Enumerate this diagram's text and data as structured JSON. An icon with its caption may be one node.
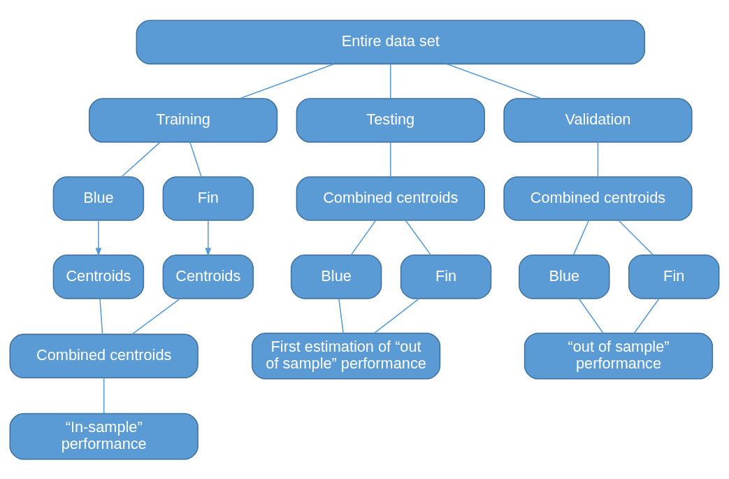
{
  "diagram": {
    "nodes": [
      {
        "text": [
          "Entire data set"
        ]
      },
      {
        "text": [
          "Training"
        ]
      },
      {
        "text": [
          "Testing"
        ]
      },
      {
        "text": [
          "Validation"
        ]
      },
      {
        "text": [
          "Blue"
        ]
      },
      {
        "text": [
          "Fin"
        ]
      },
      {
        "text": [
          "Centroids"
        ]
      },
      {
        "text": [
          "Centroids"
        ]
      },
      {
        "text": [
          "Combined centroids"
        ]
      },
      {
        "text": [
          "“In-sample” performance"
        ]
      },
      {
        "text": [
          "Combined centroids"
        ]
      },
      {
        "text": [
          "Blue"
        ]
      },
      {
        "text": [
          "Fin"
        ]
      },
      {
        "text": [
          "First estimation of “out of sample” performance"
        ]
      },
      {
        "text": [
          "Combined centroids"
        ]
      },
      {
        "text": [
          "Blue"
        ]
      },
      {
        "text": [
          "Fin"
        ]
      },
      {
        "text": [
          "“out of sample” performance"
        ]
      }
    ],
    "edges": [
      {
        "from": 0,
        "to": 1,
        "arrow": "none"
      },
      {
        "from": 0,
        "to": 2,
        "arrow": "none"
      },
      {
        "from": 0,
        "to": 3,
        "arrow": "none"
      },
      {
        "from": 1,
        "to": 4,
        "arrow": "none"
      },
      {
        "from": 1,
        "to": 5,
        "arrow": "none"
      },
      {
        "from": 4,
        "to": 6,
        "arrow": "to"
      },
      {
        "from": 5,
        "to": 7,
        "arrow": "to"
      },
      {
        "from": 6,
        "to": 8,
        "arrow": "none"
      },
      {
        "from": 7,
        "to": 8,
        "arrow": "none"
      },
      {
        "from": 8,
        "to": 9,
        "arrow": "none"
      },
      {
        "from": 2,
        "to": 10,
        "arrow": "none"
      },
      {
        "from": 10,
        "to": 11,
        "arrow": "none"
      },
      {
        "from": 10,
        "to": 12,
        "arrow": "none"
      },
      {
        "from": 11,
        "to": 13,
        "arrow": "none"
      },
      {
        "from": 12,
        "to": 13,
        "arrow": "none"
      },
      {
        "from": 3,
        "to": 14,
        "arrow": "none"
      },
      {
        "from": 14,
        "to": 15,
        "arrow": "none"
      },
      {
        "from": 14,
        "to": 16,
        "arrow": "none"
      },
      {
        "from": 15,
        "to": 17,
        "arrow": "none"
      },
      {
        "from": 16,
        "to": 17,
        "arrow": "none"
      }
    ]
  }
}
